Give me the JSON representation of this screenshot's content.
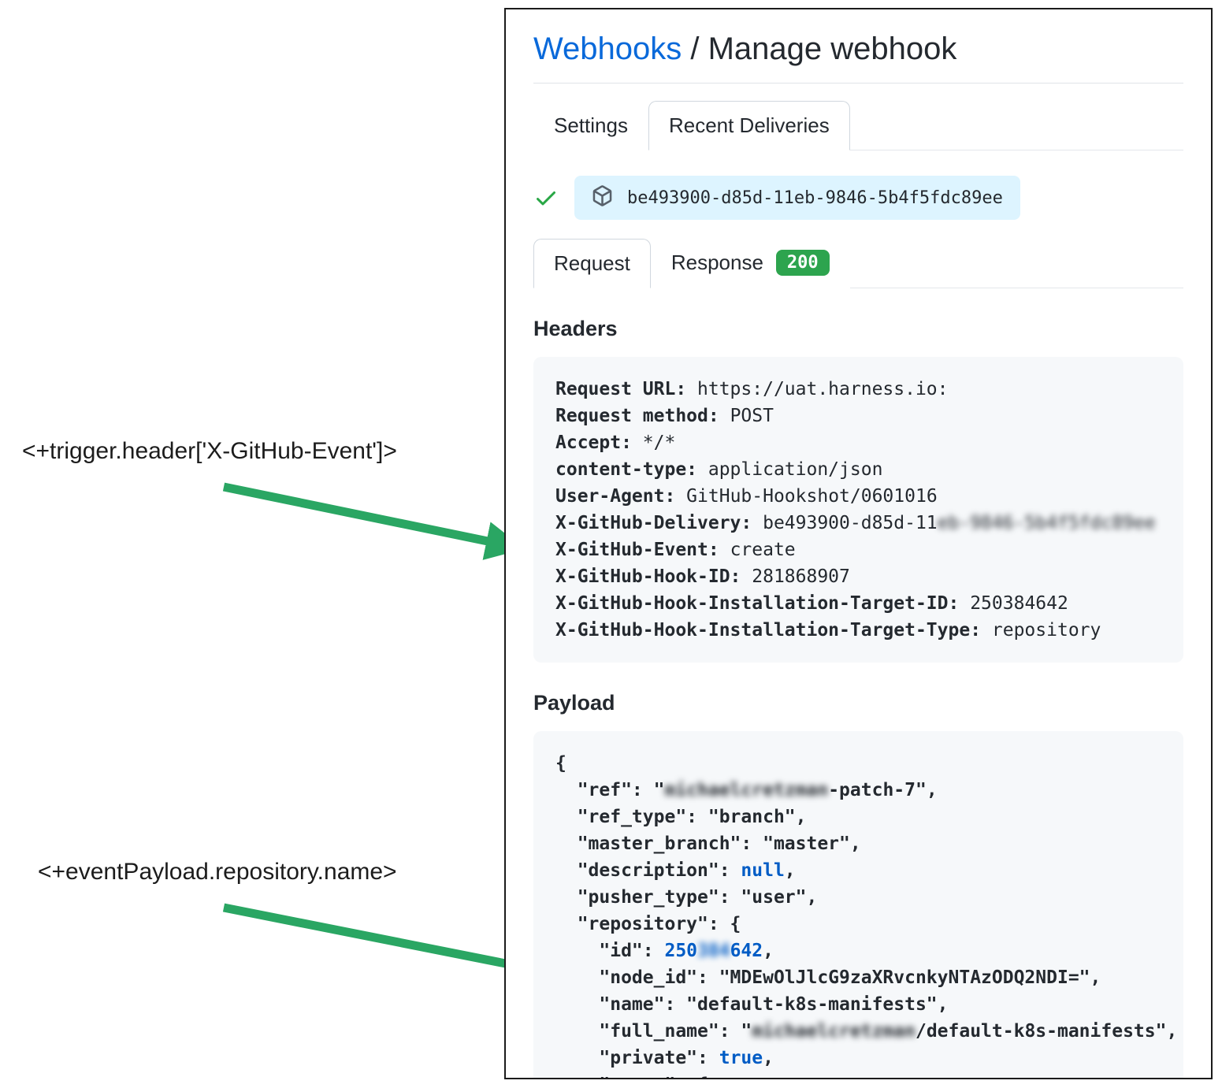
{
  "header": {
    "webhooks_link": "Webhooks",
    "separator": " / ",
    "page_name": "Manage webhook"
  },
  "tabs": {
    "settings": "Settings",
    "recent_deliveries": "Recent Deliveries"
  },
  "delivery": {
    "guid": "be493900-d85d-11eb-9846-5b4f5fdc89ee"
  },
  "subtabs": {
    "request": "Request",
    "response": "Response",
    "response_status": "200"
  },
  "headers_section": {
    "title": "Headers",
    "lines": [
      [
        {
          "t": "Request URL:",
          "c": "bold"
        },
        {
          "t": " https://uat.harness.io:",
          "c": "plain"
        }
      ],
      [
        {
          "t": "Request method:",
          "c": "bold"
        },
        {
          "t": " POST",
          "c": "plain"
        }
      ],
      [
        {
          "t": "Accept:",
          "c": "bold"
        },
        {
          "t": " */*",
          "c": "plain"
        }
      ],
      [
        {
          "t": "content-type:",
          "c": "bold"
        },
        {
          "t": " application/json",
          "c": "plain"
        }
      ],
      [
        {
          "t": "User-Agent:",
          "c": "bold"
        },
        {
          "t": " GitHub-Hookshot/0601016",
          "c": "plain"
        }
      ],
      [
        {
          "t": "X-GitHub-Delivery:",
          "c": "bold"
        },
        {
          "t": " be493900-d85d-11",
          "c": "plain"
        },
        {
          "t": "eb-9846-5b4f5fdc89ee",
          "c": "plain blur"
        }
      ],
      [
        {
          "t": "X-GitHub-Event:",
          "c": "bold"
        },
        {
          "t": " create",
          "c": "plain"
        }
      ],
      [
        {
          "t": "X-GitHub-Hook-ID:",
          "c": "bold"
        },
        {
          "t": " 281868907",
          "c": "plain"
        }
      ],
      [
        {
          "t": "X-GitHub-Hook-Installation-Target-ID:",
          "c": "bold"
        },
        {
          "t": " 250384642",
          "c": "plain"
        }
      ],
      [
        {
          "t": "X-GitHub-Hook-Installation-Target-Type:",
          "c": "bold"
        },
        {
          "t": " repository",
          "c": "plain"
        }
      ]
    ]
  },
  "payload_section": {
    "title": "Payload",
    "lines": [
      [
        {
          "t": "{",
          "c": "code"
        }
      ],
      [
        {
          "t": "  \"ref\": \"",
          "c": "code"
        },
        {
          "t": "michaelcretzman",
          "c": "code blur"
        },
        {
          "t": "-patch-7\",",
          "c": "code"
        }
      ],
      [
        {
          "t": "  \"ref_type\": \"branch\",",
          "c": "code"
        }
      ],
      [
        {
          "t": "  \"master_branch\": \"master\",",
          "c": "code"
        }
      ],
      [
        {
          "t": "  \"description\": ",
          "c": "code"
        },
        {
          "t": "null",
          "c": "lit"
        },
        {
          "t": ",",
          "c": "code"
        }
      ],
      [
        {
          "t": "  \"pusher_type\": \"user\",",
          "c": "code"
        }
      ],
      [
        {
          "t": "  \"repository\": {",
          "c": "code"
        }
      ],
      [
        {
          "t": "    \"id\": ",
          "c": "code"
        },
        {
          "t": "250",
          "c": "lit"
        },
        {
          "t": "384",
          "c": "lit blur"
        },
        {
          "t": "642",
          "c": "lit"
        },
        {
          "t": ",",
          "c": "code"
        }
      ],
      [
        {
          "t": "    \"node_id\": \"MDEwOlJlcG9zaXRvcnkyNTAzODQ2NDI=\",",
          "c": "code"
        }
      ],
      [
        {
          "t": "    \"name\": \"default-k8s-manifests\",",
          "c": "code"
        }
      ],
      [
        {
          "t": "    \"full_name\": \"",
          "c": "code"
        },
        {
          "t": "michaelcretzman",
          "c": "code blur"
        },
        {
          "t": "/default-k8s-manifests\",",
          "c": "code"
        }
      ],
      [
        {
          "t": "    \"private\": ",
          "c": "code"
        },
        {
          "t": "true",
          "c": "lit"
        },
        {
          "t": ",",
          "c": "code"
        }
      ],
      [
        {
          "t": "    \"owner\": {",
          "c": "code"
        }
      ]
    ]
  },
  "annotations": {
    "trigger_header": "<+trigger.header['X-GitHub-Event']>",
    "event_payload": "<+eventPayload.repository.name>"
  },
  "colors": {
    "arrow_green": "#2aa663",
    "link_blue": "#0969da",
    "status_badge_green": "#2da44e",
    "check_green": "#28a745",
    "delivery_pill_blue": "#ddf4ff",
    "literal_blue": "#005cc5",
    "code_background": "#f6f8fa"
  }
}
